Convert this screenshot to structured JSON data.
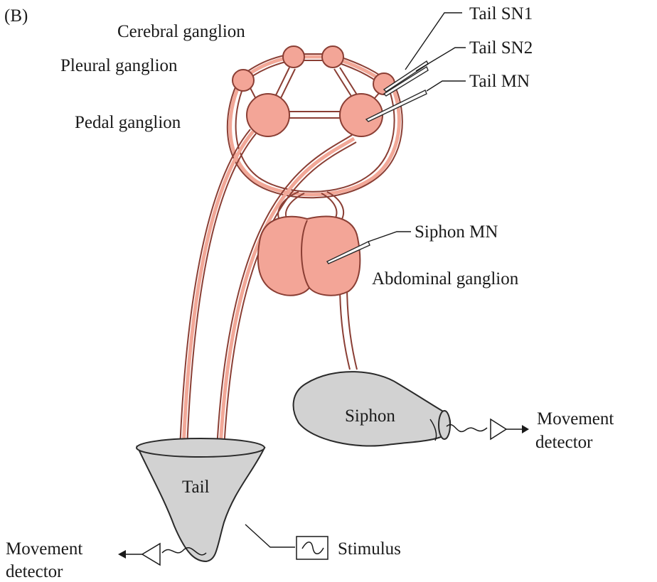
{
  "panel_label": "(B)",
  "labels": {
    "cerebral": "Cerebral ganglion",
    "pleural": "Pleural ganglion",
    "pedal": "Pedal ganglion",
    "tail_sn1": "Tail SN1",
    "tail_sn2": "Tail SN2",
    "tail_mn": "Tail MN",
    "siphon_mn": "Siphon MN",
    "abdominal": "Abdominal ganglion",
    "siphon": "Siphon",
    "tail": "Tail",
    "stimulus": "Stimulus",
    "movement_right_1": "Movement",
    "movement_right_2": "detector",
    "movement_left_1": "Movement",
    "movement_left_2": "detector"
  },
  "colors": {
    "ganglion": "#f3a597",
    "nerve": "#8a3e34",
    "organ": "#d2d2d2"
  }
}
